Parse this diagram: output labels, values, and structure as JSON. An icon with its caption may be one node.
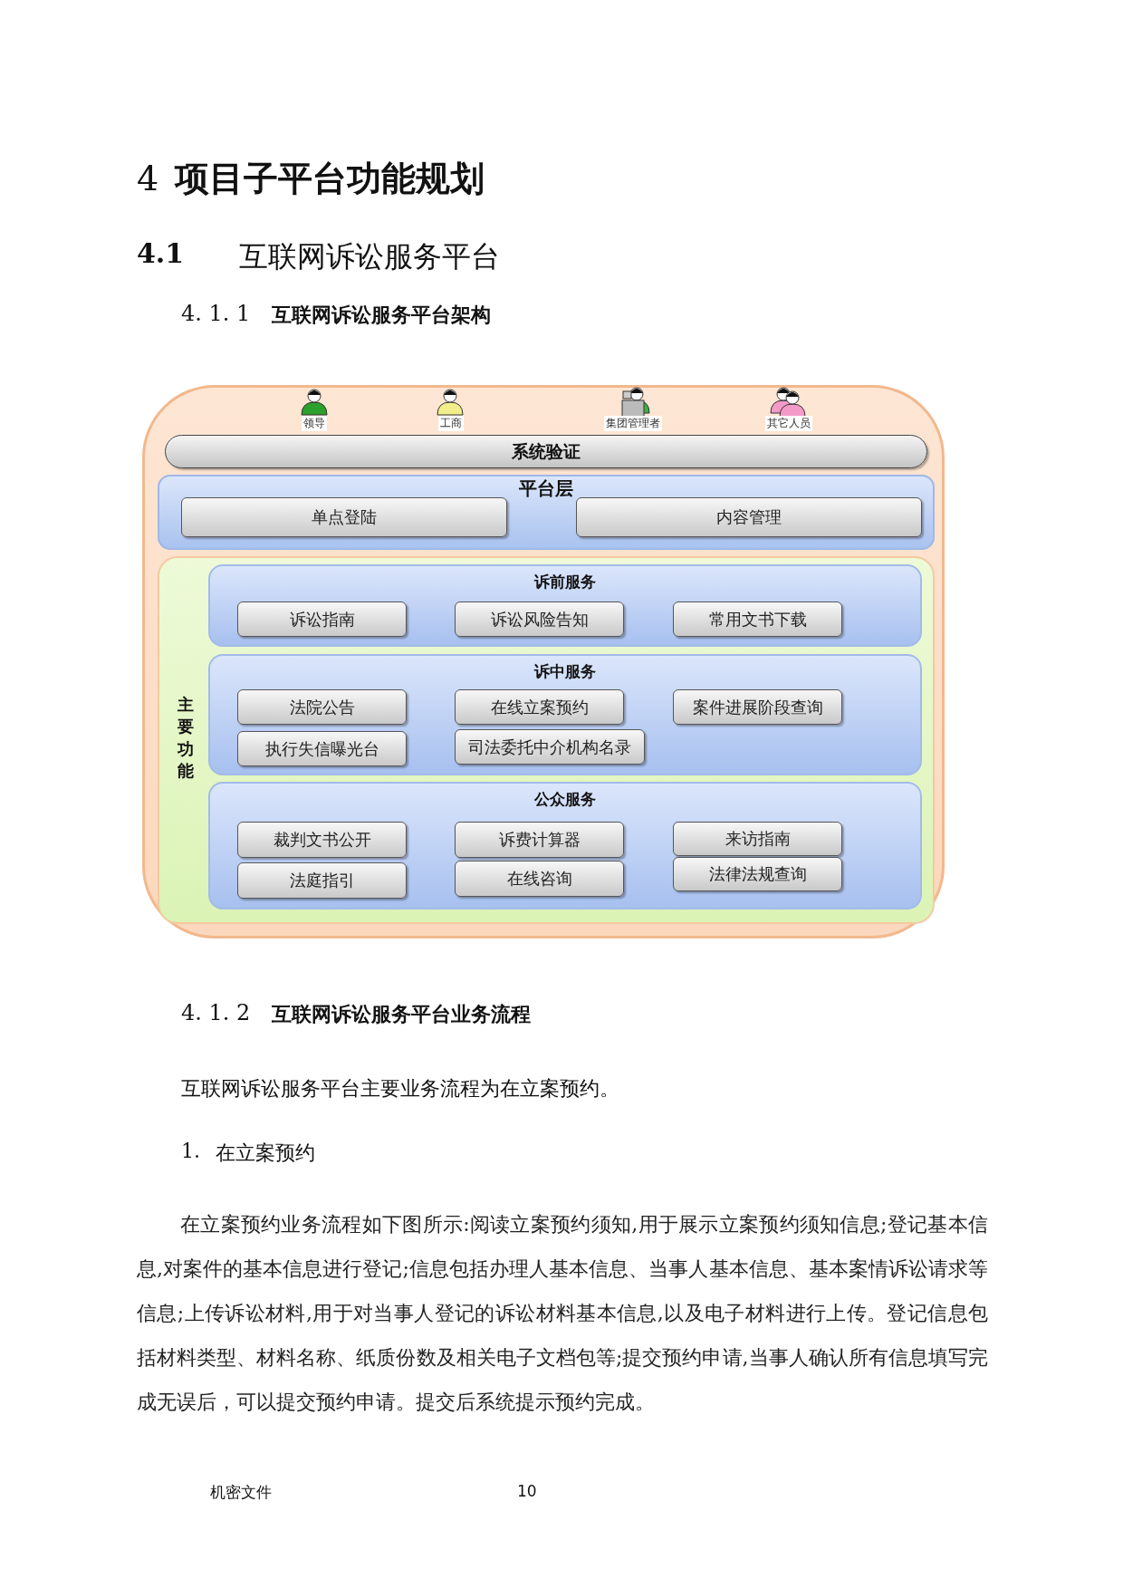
{
  "diagram": {
    "nodes": [
      {
        "text": [],
        "shape": "box"
      },
      {
        "text": [
          "系统验证"
        ],
        "in": 0
      },
      {
        "text": [
          "平台层"
        ],
        "in": 0
      },
      {
        "text": [
          "单点登陆"
        ],
        "in": 2
      },
      {
        "text": [
          "内容管理"
        ],
        "in": 2
      },
      {
        "text": [
          "主要功能"
        ],
        "in": 0
      },
      {
        "text": [
          "诉前服务"
        ],
        "in": 5
      },
      {
        "text": [
          "诉讼指南"
        ],
        "in": 6
      },
      {
        "text": [
          "诉讼风险告知"
        ],
        "in": 6
      },
      {
        "text": [
          "常用文书下载"
        ],
        "in": 6
      },
      {
        "text": [
          "诉中服务"
        ],
        "in": 5
      },
      {
        "text": [
          "法院公告"
        ],
        "in": 10
      },
      {
        "text": [
          "在线立案预约"
        ],
        "in": 10
      },
      {
        "text": [
          "案件进展阶段查询"
        ],
        "in": 10
      },
      {
        "text": [
          "执行失信曝光台"
        ],
        "in": 10
      },
      {
        "text": [
          "司法委托中介机构名录"
        ],
        "in": 10
      },
      {
        "text": [
          "公众服务"
        ],
        "in": 5
      },
      {
        "text": [
          "裁判文书公开"
        ],
        "in": 16
      },
      {
        "text": [
          "诉费计算器"
        ],
        "in": 16
      },
      {
        "text": [
          "来访指南"
        ],
        "in": 16
      },
      {
        "text": [
          "法庭指引"
        ],
        "in": 16
      },
      {
        "text": [
          "在线咨询"
        ],
        "in": 16
      },
      {
        "text": [
          "法律法规查询"
        ],
        "in": 16
      }
    ],
    "labels": [
      "4",
      "项目子平台功能规划",
      "4.1",
      "互联网诉讼服务平台",
      "4. 1. 1",
      "互联网诉讼服务平台架构",
      "领导",
      "工商",
      "集团管理者",
      "其它人员",
      "4. 1. 2",
      "互联网诉讼服务平台业务流程",
      "互联网诉讼服务平台主要业务流程为在立案预约。",
      "1.",
      "在立案预约",
      "在立案预约业务流程如下图所示:阅读立案预约须知,用于展示立案预约须知信息;登记基本信息,对案件的基本信息进行登记;信息包括办理人基本信息、当事人基本信息、基本案情诉讼请求等信息;上传诉讼材料,用于对当事人登记的诉讼材料基本信息,以及电子材料进行上传。登记信息包括材料类型、材料名称、纸质份数及相关电子文档包等;提交预约申请,当事人确认所有信息填写完成无误后，可以提交预约申请。提交后系统提示预约完成。",
      "机密文件",
      "10"
    ]
  }
}
